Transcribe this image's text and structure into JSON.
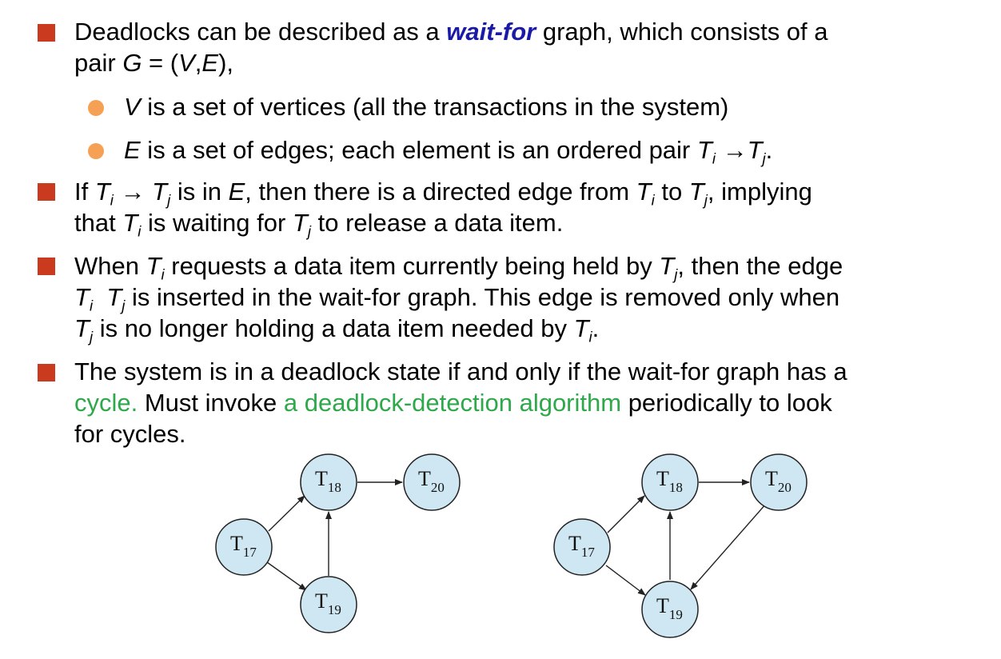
{
  "b1": {
    "l1a": "Deadlocks can be described as a ",
    "l1b": "wait-for",
    "l1c": " graph, which consists of a",
    "l2a": "pair ",
    "l2b": "G",
    "l2c": " = (",
    "l2d": "V",
    "l2e": ",",
    "l2f": "E",
    "l2g": "),"
  },
  "s1": {
    "a": "V",
    "b": " is a set of vertices (all the transactions in the system)"
  },
  "s2": {
    "a": "E",
    "b": " is a set of edges; each element is an ordered pair ",
    "t1": "T",
    "i": "i",
    "arrow": " →",
    "t2": "T",
    "j": "j",
    "end": "."
  },
  "b2": {
    "l1a": "If ",
    "t": "T",
    "i": "i",
    "arrow": " → ",
    "j": "j",
    "l1b": " is in ",
    "e": "E",
    "l1c": ", then there is a directed edge from ",
    "l1d": " to ",
    "l1e": ", implying",
    "l2a": "that ",
    "l2b": " is waiting for ",
    "l2c": " to release a data item."
  },
  "b3": {
    "l1a": "When ",
    "t": "T",
    "i": "i",
    "j": "j",
    "l1b": " requests a data item currently being held by ",
    "l1c": ", then the edge",
    "l2b": " is inserted in the wait-for graph. This edge is removed only when",
    "l3b": " is no longer holding a data item needed by ",
    "dot": "."
  },
  "b4": {
    "l1": "The system is in a deadlock state if and only if the wait-for graph has a",
    "l2a": "cycle.",
    "l2b": "  Must invoke ",
    "l2c": "a deadlock-detection algorithm",
    "l2d": " periodically to look",
    "l3": "for cycles."
  },
  "graph": {
    "T": "T",
    "n17": "17",
    "n18": "18",
    "n19": "19",
    "n20": "20"
  },
  "colors": {
    "square_bullet": "#c93a1f",
    "dot_bullet": "#f5a055",
    "wait_for": "#1a1aa6",
    "green_text": "#2ea84a",
    "node_fill": "#cfe7f2"
  }
}
